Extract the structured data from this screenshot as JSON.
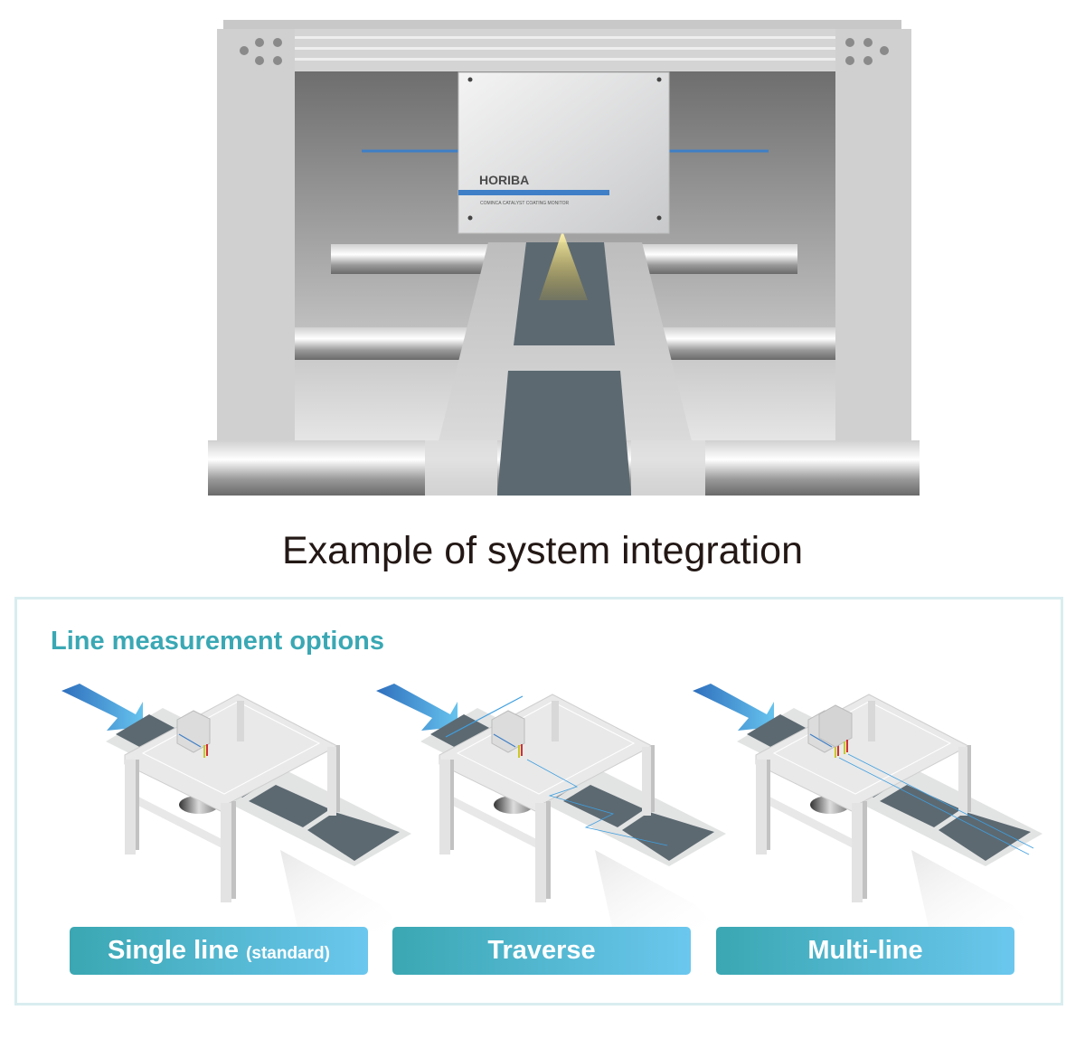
{
  "device": {
    "brand": "HORIBA",
    "model_label": "COMINCA CATALYST COATING MONITOR"
  },
  "caption": "Example of system integration",
  "options": {
    "title": "Line measurement options",
    "buttons": [
      {
        "label": "Single line",
        "sublabel": "(standard)"
      },
      {
        "label": "Traverse"
      },
      {
        "label": "Multi-line"
      }
    ]
  },
  "colors": {
    "accent": "#3aa8b4",
    "button_gradient_start": "#3aa7b2",
    "button_gradient_end": "#6bc7ee",
    "film": "#5c6971",
    "laser_line": "#3f7fc7"
  }
}
